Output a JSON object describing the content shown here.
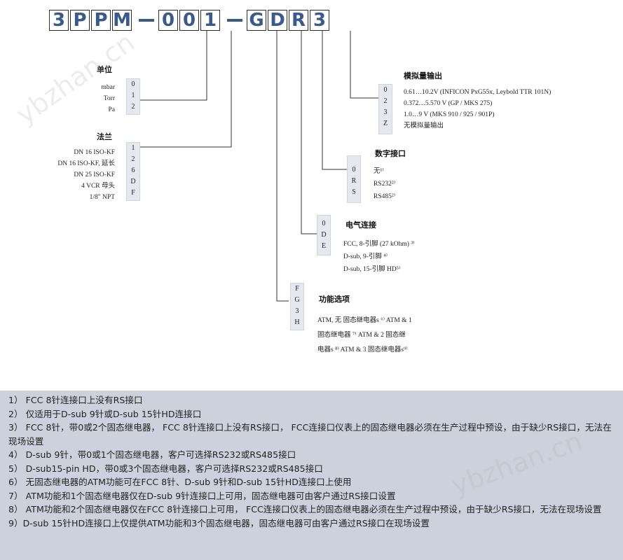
{
  "code_chars": [
    "3",
    "P",
    "P",
    "M",
    "0",
    "0",
    "1",
    "G",
    "D",
    "R",
    "3"
  ],
  "unit": {
    "title": "单位",
    "names": [
      "mbar",
      "Torr",
      "Pa"
    ],
    "codes": [
      "0",
      "1",
      "2"
    ]
  },
  "flange": {
    "title": "法兰",
    "names": [
      "DN 16 ISO-KF",
      "DN 16 ISO-KF, 延长",
      "DN 25 ISO-KF",
      "4 VCR 母头",
      "1/8\" NPT"
    ],
    "codes": [
      "1",
      "2",
      "6",
      "D",
      "F"
    ]
  },
  "analog": {
    "title": "模拟量输出",
    "codes": [
      "0",
      "2",
      "3",
      "Z"
    ],
    "names": [
      "0.61…10.2V (INFICON PxG55x, Leybold TTR 101N)",
      "0.372…5.570 V (GP / MKS 275)",
      "1.0…9 V (MKS 910 / 925 / 901P)",
      "无模拟量输出"
    ]
  },
  "digital": {
    "title": "数字接口",
    "codes": [
      "0",
      "R",
      "S"
    ],
    "names": [
      "无¹⁾",
      "RS232²⁾",
      "RS485²⁾"
    ]
  },
  "electrical": {
    "title": "电气连接",
    "codes": [
      "0",
      "D",
      "E"
    ],
    "names": [
      "FCC, 8-引脚 (27 kOhm) ³⁾",
      "D-sub, 9-引脚 ⁴⁾",
      "D-sub, 15-引脚 HD⁵⁾"
    ]
  },
  "function": {
    "title": "功能选项",
    "codes": [
      "F",
      "G",
      "3",
      "H"
    ],
    "names": [
      "ATM, 无 固态继电器s ⁶⁾ ATM & 1",
      "固态继电器 ⁷⁾  ATM & 2 固态继",
      "电器s ⁸⁾  ATM & 3 固态继电器s⁹⁾"
    ]
  },
  "notes": [
    "1）  FCC 8针连接口上没有RS接口",
    "2）  仅适用于D-sub 9针或D-sub 15针HD连接口",
    "3）  FCC 8针，带0或2个固态继电器，  FCC 8针连接口上没有RS接口，  FCC连接口仪表上的固态继电器必须在生产过程中预设，由于缺少RS接口，无法在现场设置",
    "4）  D-sub 9针，带0或1个固态继电器，客户可选择RS232或RS485接口",
    "5）  D-sub15-pin HD，带0或3个固态继电器，客户可选择RS232或RS485接口",
    "6）  无固态继电器的ATM功能可在FCC 8针、D-sub 9针和D-sub 15针HD连接口上使用",
    "7）  ATM功能和1个固态继电器仅在D-sub 9针连接口上可用，固态继电器可由客户通过RS接口设置",
    "8）  ATM功能和2个固态继电器仅在FCC 8针连接口上可用，  FCC连接口仪表上的固态继电器必须在生产过程中预设，由于缺少RS接口，无法在现场设置",
    "9）D-sub 15针HD连接口上仅提供ATM功能和3个固态继电器，固态继电器可由客户通过RS接口在现场设置"
  ],
  "watermark": "ybzhan.cn",
  "colors": {
    "code_text": "#3a5a8c",
    "note_bg": "#cdd1dd",
    "col_bg": "#e6e8ef"
  }
}
